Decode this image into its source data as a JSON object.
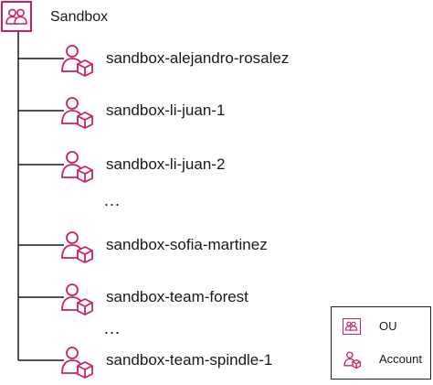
{
  "root": {
    "label": "Sandbox",
    "icon": "ou-icon"
  },
  "accounts": [
    {
      "label": "sandbox-alejandro-rosalez",
      "icon": "account-icon"
    },
    {
      "label": "sandbox-li-juan-1",
      "icon": "account-icon"
    },
    {
      "label": "sandbox-li-juan-2",
      "icon": "account-icon"
    },
    {
      "label": "sandbox-sofia-martinez",
      "icon": "account-icon"
    },
    {
      "label": "sandbox-team-forest",
      "icon": "account-icon"
    },
    {
      "label": "sandbox-team-spindle-1",
      "icon": "account-icon"
    }
  ],
  "ellipsis": [
    "...",
    "..."
  ],
  "legend": {
    "ou_label": "OU",
    "account_label": "Account"
  },
  "colors": {
    "accent": "#c7216b",
    "line": "#16191f"
  }
}
